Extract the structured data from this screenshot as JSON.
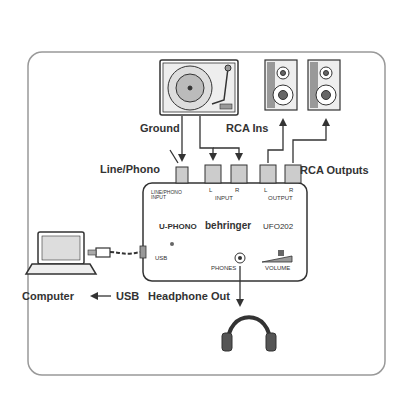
{
  "diagram": {
    "nodes": [
      {
        "text": [
          "LINE/PHONO INPUT",
          "L",
          "R",
          "INPUT",
          "L",
          "R",
          "OUTPUT",
          "U-PHONO",
          "behringer",
          "UFO202",
          "USB",
          "PHONES",
          "VOLUME"
        ]
      }
    ],
    "labels": [
      "Ground",
      "RCA Ins",
      "Line/Phono",
      "RCA Outputs",
      "Computer",
      "USB",
      "Headphone Out"
    ]
  }
}
